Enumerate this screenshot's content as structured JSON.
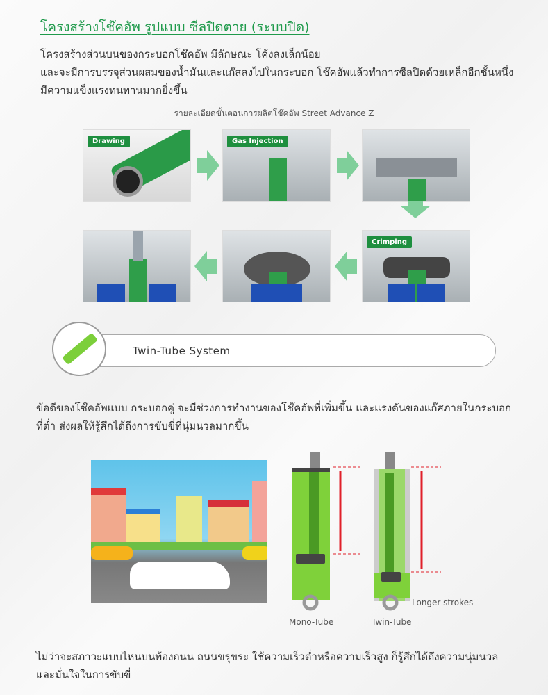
{
  "title": "โครงสร้างโช๊คอัพ รูปแบบ ซีลปิดตาย (ระบบปิด)",
  "intro": [
    "โครงสร้างส่วนบนของกระบอกโช๊คอัพ มีลักษณะ โค้งลงเล็กน้อย",
    "และจะมีการบรรจุส่วนผสมของน้ำมันและแก๊สลงไปในกระบอก โช๊คอัพแล้วทำการซีลปิดด้วยเหล็กอีกชั้นหนึ่ง",
    "มีความแข็งแรงทนทานมากยิ่งขึ้น"
  ],
  "caption": "รายละเอียดขั้นตอนการผลิตโช๊คอัพ Street Advance Z",
  "steps": {
    "drawing": "Drawing",
    "gas": "Gas Injection",
    "crimping": "Crimping"
  },
  "banner": "Twin-Tube System",
  "advantage": [
    "ข้อดีของโช๊คอัพแบบ กระบอกคู่ จะมีช่วงการทำงานของโช๊คอัพที่เพิ่มขึ้น และแรงดันของแก๊สภายในกระบอก",
    "ที่ต่ำ ส่งผลให้รู้สึกได้ถึงการขับขี่ที่นุ่มนวลมากขึ้น"
  ],
  "diagram": {
    "mono": "Mono-Tube",
    "twin": "Twin-Tube",
    "strokes": "Longer strokes"
  },
  "closing": [
    "ไม่ว่าจะสภาวะแบบไหนบนท้องถนน ถนนขรุขระ ใช้ความเร็วต่ำหรือความเร็วสูง ก็รู้สึกได้ถึงความนุ่มนวล",
    "และมั่นใจในการขับขี่"
  ],
  "colors": {
    "accent": "#1f9a4b",
    "arrow": "#7fcf9a",
    "stroke": "#e0202a"
  }
}
